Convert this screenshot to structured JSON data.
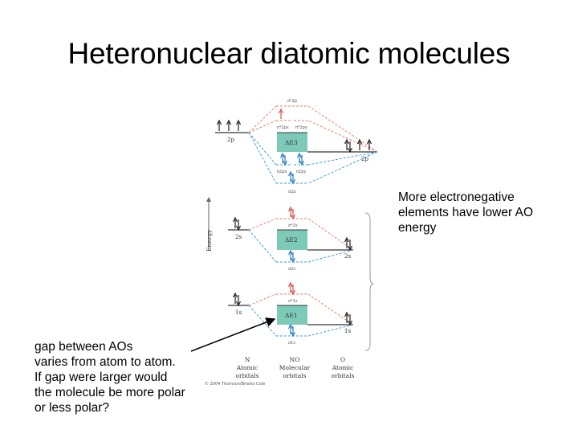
{
  "title": "Heteronuclear diatomic molecules",
  "note_right": {
    "lines": [
      "More electronegative",
      "elements have lower AO",
      "energy"
    ]
  },
  "note_left": {
    "lines": [
      "gap between AOs",
      "varies from atom to atom.",
      "If gap were larger would",
      "the molecule be more polar",
      "or less polar?"
    ]
  },
  "diagram": {
    "energy_label": "Energy",
    "columns": {
      "n": [
        "N",
        "Atomic",
        "orbitals"
      ],
      "no": [
        "NO",
        "Molecular",
        "orbitals"
      ],
      "o": [
        "O",
        "Atomic",
        "orbitals"
      ]
    },
    "ao_labels": {
      "n_2p": "2p",
      "o_2p": "2p",
      "n_2s": "2s",
      "o_2s": "2s",
      "n_1s": "1s",
      "o_1s": "1s"
    },
    "mo_labels": {
      "sigma_2p_star": "σ*2p",
      "pi_2px_star": "π*2px",
      "pi_2py_star": "π*2py",
      "pi_2px": "π2px",
      "pi_2py": "π2py",
      "sigma_2p": "σ2p",
      "sigma_2s_star": "σ*2s",
      "sigma_2s": "σ2s",
      "sigma_1s_star": "σ*1s",
      "sigma_1s": "σ1s"
    },
    "gap_labels": {
      "delta_e3": "ΔE3",
      "delta_e2": "ΔE2",
      "delta_e1": "ΔE1"
    },
    "copyright": "© 2004 Thomson/Brooks Cole",
    "colors": {
      "antibonding": "#e8826e",
      "bonding": "#3aa0d8",
      "gap_fill": "#7ecab8",
      "arrow_antibonding": "#d9534f",
      "arrow_bonding": "#2b7fc0"
    }
  }
}
